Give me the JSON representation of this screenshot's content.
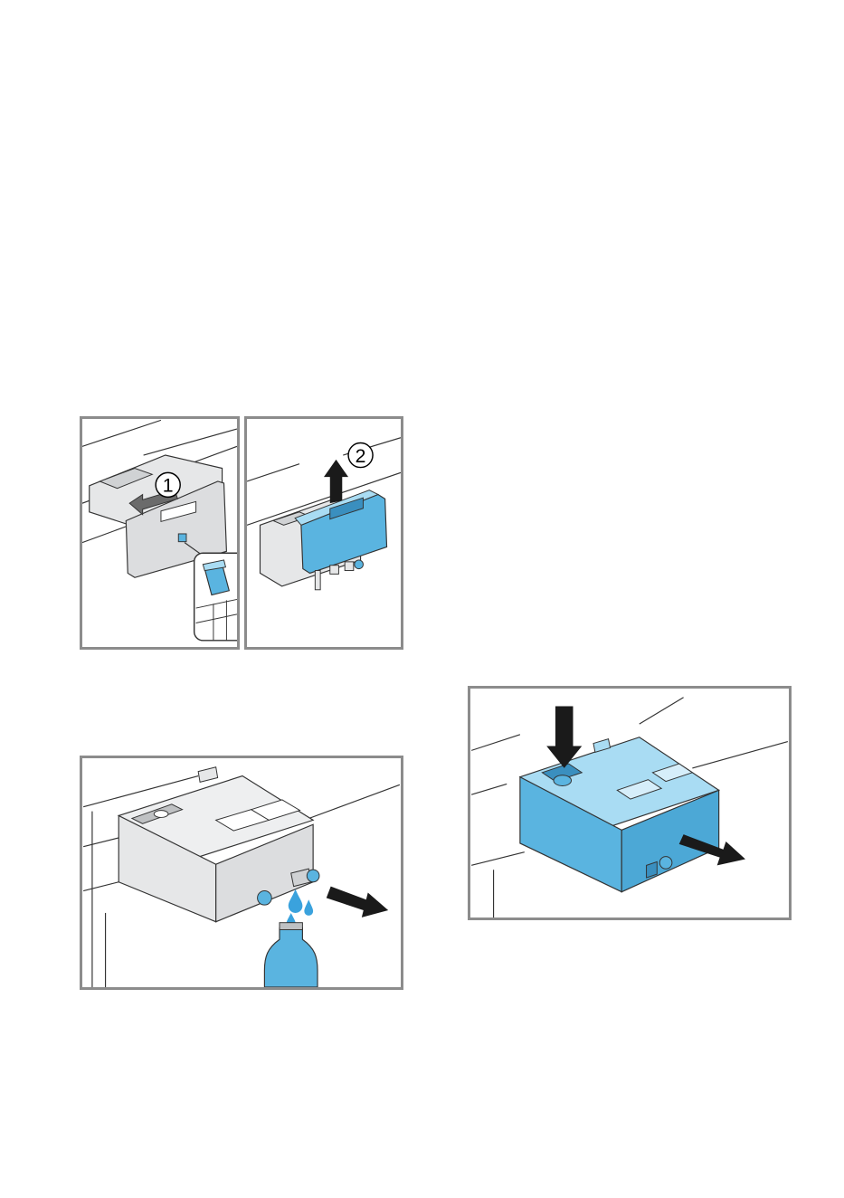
{
  "figures": [
    {
      "id": "fig1",
      "steps": [
        {
          "label": "1"
        },
        {
          "label": "2"
        }
      ]
    },
    {
      "id": "fig2"
    },
    {
      "id": "fig3"
    }
  ],
  "colors": {
    "frame": "#8c8c8c",
    "drawer_grey": "#e6e7e8",
    "drawer_blue": "#5ab4e0",
    "drawer_blue_light": "#a9dcf3",
    "water_blue": "#3aa2dd",
    "arrow": "#1a1a1a"
  },
  "icons": [
    "push-arrow-icon",
    "pull-arrow-icon",
    "lift-arrow-icon",
    "water-drop-icon",
    "bottle-icon"
  ]
}
